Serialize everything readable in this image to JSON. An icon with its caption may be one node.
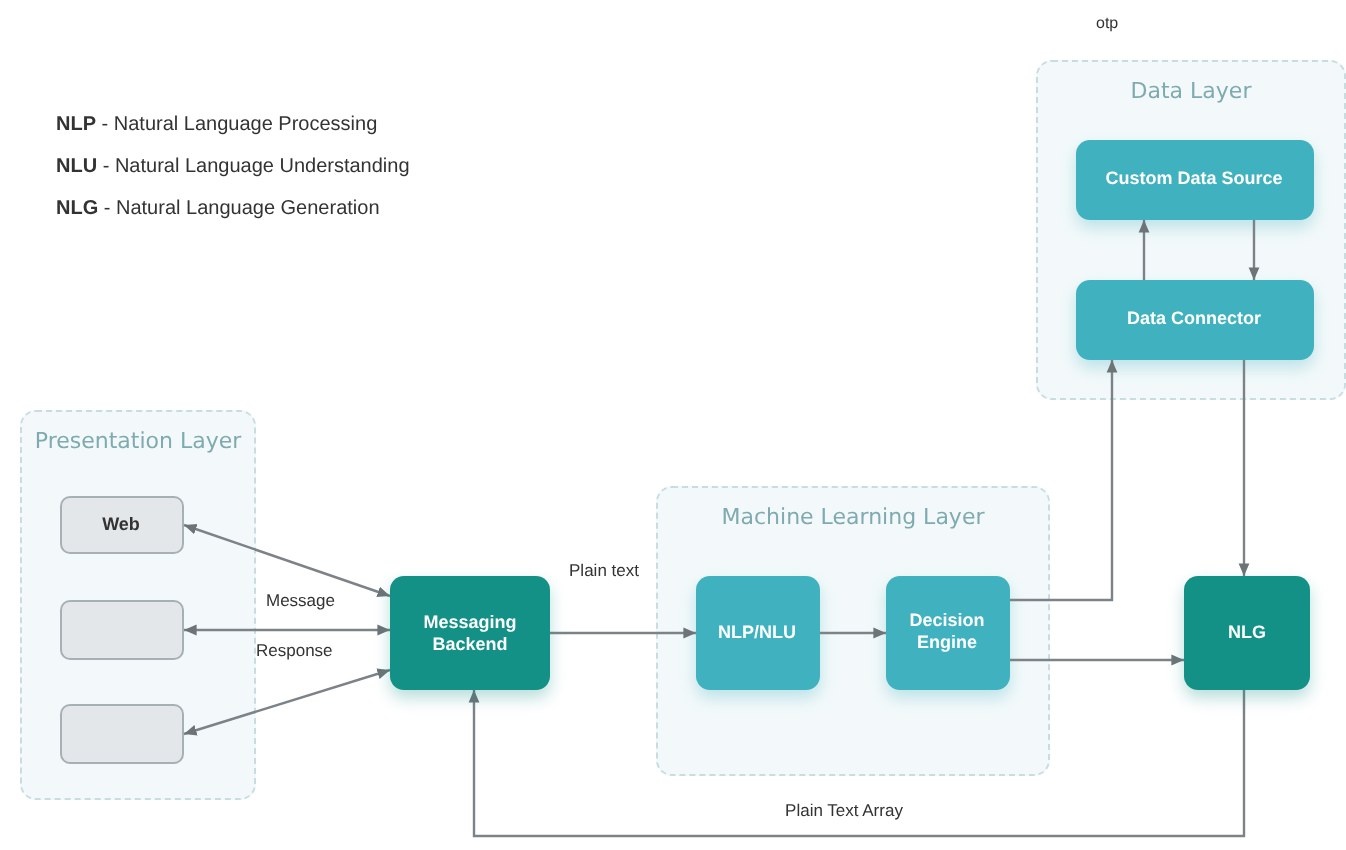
{
  "diagram": {
    "nodes": [
      {
        "text": [
          "Presentation Layer"
        ]
      },
      {
        "text": [
          "Web"
        ],
        "in": 0
      },
      {
        "text": [],
        "shape": "box",
        "in": 0
      },
      {
        "text": [],
        "shape": "box",
        "in": 0
      },
      {
        "text": [
          "Messaging Backend"
        ]
      },
      {
        "text": [
          "Machine Learning Layer"
        ]
      },
      {
        "text": [
          "NLP/NLU"
        ],
        "in": 5
      },
      {
        "text": [
          "Decision Engine"
        ],
        "in": 5
      },
      {
        "text": [
          "Data Layer"
        ]
      },
      {
        "text": [
          "Custom Data Source"
        ],
        "in": 8
      },
      {
        "text": [
          "Data Connector"
        ],
        "in": 8
      },
      {
        "text": [
          "NLG"
        ]
      }
    ],
    "edges": [
      {
        "from": 1,
        "to": 4,
        "arrow": "both"
      },
      {
        "from": 2,
        "to": 4,
        "arrow": "both"
      },
      {
        "from": 3,
        "to": 4,
        "arrow": "both"
      },
      {
        "from": 4,
        "to": 6,
        "arrow": "to",
        "label": "Plain text"
      },
      {
        "from": 6,
        "to": 7,
        "arrow": "to"
      },
      {
        "from": 7,
        "to": 10,
        "arrow": "to"
      },
      {
        "from": 7,
        "to": 11,
        "arrow": "to"
      },
      {
        "from": 10,
        "to": 9,
        "arrow": "to"
      },
      {
        "from": 9,
        "to": 10,
        "arrow": "to"
      },
      {
        "from": 10,
        "to": 11,
        "arrow": "to"
      },
      {
        "from": 11,
        "to": 4,
        "arrow": "to",
        "label": "Plain Text Array"
      }
    ],
    "labels": [
      "**NLP** - Natural Language Processing",
      "**NLU** - Natural Language Understanding",
      "**NLG** - Natural Language Generation",
      "otp",
      "Message",
      "Response"
    ]
  }
}
